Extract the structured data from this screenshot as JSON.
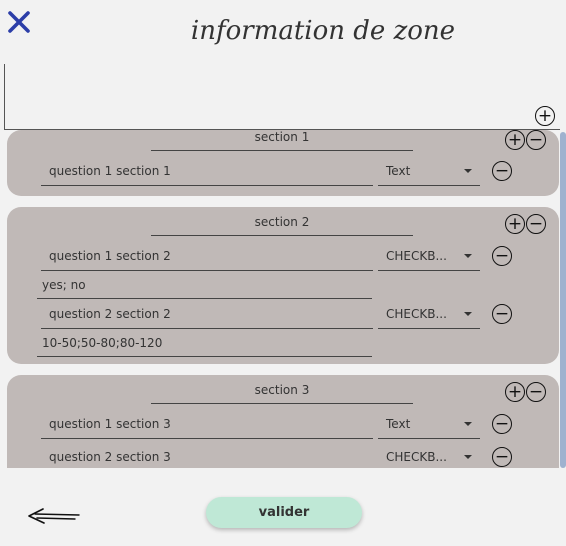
{
  "header": {
    "title": "information de zone"
  },
  "sections": [
    {
      "title": "section 1",
      "questions": [
        {
          "label": "question 1 section 1",
          "type": "Text"
        }
      ]
    },
    {
      "title": "section 2",
      "questions": [
        {
          "label": "question 1 section 2",
          "type": "CHECKB...",
          "options": "yes; no"
        },
        {
          "label": "question 2 section 2",
          "type": "CHECKB...",
          "options": "10-50;50-80;80-120"
        }
      ]
    },
    {
      "title": "section 3",
      "questions": [
        {
          "label": "question 1 section 3",
          "type": "Text"
        },
        {
          "label": "question 2 section 3",
          "type": "CHECKB..."
        }
      ]
    }
  ],
  "footer": {
    "submit_label": "valider"
  },
  "colors": {
    "close": "#2c3ea8",
    "section_bg": "#c0b9b7",
    "submit_bg": "#bfe8d6"
  }
}
